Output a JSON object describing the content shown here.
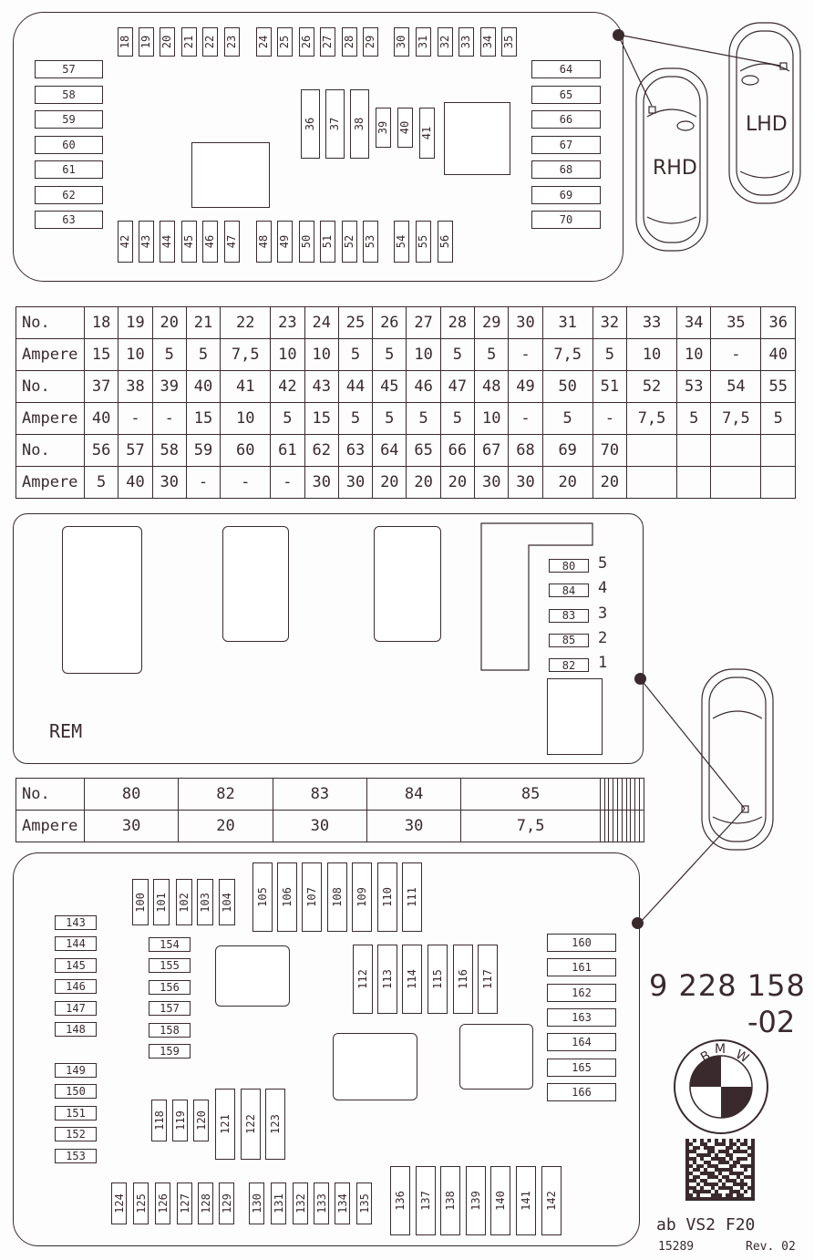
{
  "front_box": {
    "top_fuses": [
      "18",
      "19",
      "20",
      "21",
      "22",
      "23",
      "24",
      "25",
      "26",
      "27",
      "28",
      "29",
      "30",
      "31",
      "32",
      "33",
      "34",
      "35"
    ],
    "left_fuses": [
      "57",
      "58",
      "59",
      "60",
      "61",
      "62",
      "63"
    ],
    "right_fuses": [
      "64",
      "65",
      "66",
      "67",
      "68",
      "69",
      "70"
    ],
    "middle_fuses": [
      "36",
      "37",
      "38",
      "39",
      "40",
      "41"
    ],
    "bottom_fuses": [
      "42",
      "43",
      "44",
      "45",
      "46",
      "47",
      "48",
      "49",
      "50",
      "51",
      "52",
      "53",
      "54",
      "55",
      "56"
    ]
  },
  "cars": {
    "rhd_label": "RHD",
    "lhd_label": "LHD"
  },
  "table1": {
    "rows": [
      [
        "No.",
        "18",
        "19",
        "20",
        "21",
        "22",
        "23",
        "24",
        "25",
        "26",
        "27",
        "28",
        "29",
        "30",
        "31",
        "32",
        "33",
        "34",
        "35",
        "36"
      ],
      [
        "Ampere",
        "15",
        "10",
        "5",
        "5",
        "7,5",
        "10",
        "10",
        "5",
        "5",
        "10",
        "5",
        "5",
        "-",
        "7,5",
        "5",
        "10",
        "10",
        "-",
        "40"
      ],
      [
        "No.",
        "37",
        "38",
        "39",
        "40",
        "41",
        "42",
        "43",
        "44",
        "45",
        "46",
        "47",
        "48",
        "49",
        "50",
        "51",
        "52",
        "53",
        "54",
        "55"
      ],
      [
        "Ampere",
        "40",
        "-",
        "-",
        "15",
        "10",
        "5",
        "15",
        "5",
        "5",
        "5",
        "5",
        "10",
        "-",
        "5",
        "-",
        "7,5",
        "5",
        "7,5",
        "5"
      ],
      [
        "No.",
        "56",
        "57",
        "58",
        "59",
        "60",
        "61",
        "62",
        "63",
        "64",
        "65",
        "66",
        "67",
        "68",
        "69",
        "70",
        "",
        "",
        "",
        ""
      ],
      [
        "Ampere",
        "5",
        "40",
        "30",
        "-",
        "-",
        "-",
        "30",
        "30",
        "20",
        "20",
        "20",
        "30",
        "30",
        "20",
        "20",
        "",
        "",
        "",
        ""
      ]
    ]
  },
  "rem_box": {
    "label": "REM",
    "fuses": [
      {
        "no": "80",
        "pos": "5"
      },
      {
        "no": "84",
        "pos": "4"
      },
      {
        "no": "83",
        "pos": "3"
      },
      {
        "no": "85",
        "pos": "2"
      },
      {
        "no": "82",
        "pos": "1"
      }
    ]
  },
  "table2": {
    "rows": [
      [
        "No.",
        "80",
        "82",
        "83",
        "84",
        "85",
        "",
        "",
        "",
        "",
        "",
        "",
        "",
        "",
        "",
        ""
      ],
      [
        "Ampere",
        "30",
        "20",
        "30",
        "30",
        "7,5",
        "",
        "",
        "",
        "",
        "",
        "",
        "",
        "",
        "",
        ""
      ]
    ]
  },
  "rear_box": {
    "top_small": [
      "100",
      "101",
      "102",
      "103",
      "104"
    ],
    "top_large": [
      "105",
      "106",
      "107",
      "108",
      "109",
      "110",
      "111"
    ],
    "mid_large": [
      "112",
      "113",
      "114",
      "115",
      "116",
      "117"
    ],
    "left_column": [
      "143",
      "144",
      "145",
      "146",
      "147",
      "148",
      "149",
      "150",
      "151",
      "152",
      "153"
    ],
    "inner_column": [
      "154",
      "155",
      "156",
      "157",
      "158",
      "159"
    ],
    "lower_small": [
      "118",
      "119",
      "120"
    ],
    "lower_large": [
      "121",
      "122",
      "123"
    ],
    "bottom_small": [
      "124",
      "125",
      "126",
      "127",
      "128",
      "129",
      "130",
      "131",
      "132",
      "133",
      "134",
      "135"
    ],
    "bottom_large": [
      "136",
      "137",
      "138",
      "139",
      "140",
      "141",
      "142"
    ],
    "right_column": [
      "160",
      "161",
      "162",
      "163",
      "164",
      "165",
      "166"
    ]
  },
  "part_number": {
    "line1": "9 228 158",
    "line2": "-02"
  },
  "logo": {
    "text": "BMW",
    "quadrant_colors": [
      "#3a2a2e",
      "#ffffff"
    ]
  },
  "footer": {
    "variant": "ab VS2 F20",
    "code": "15289",
    "revision": "Rev. 02"
  }
}
